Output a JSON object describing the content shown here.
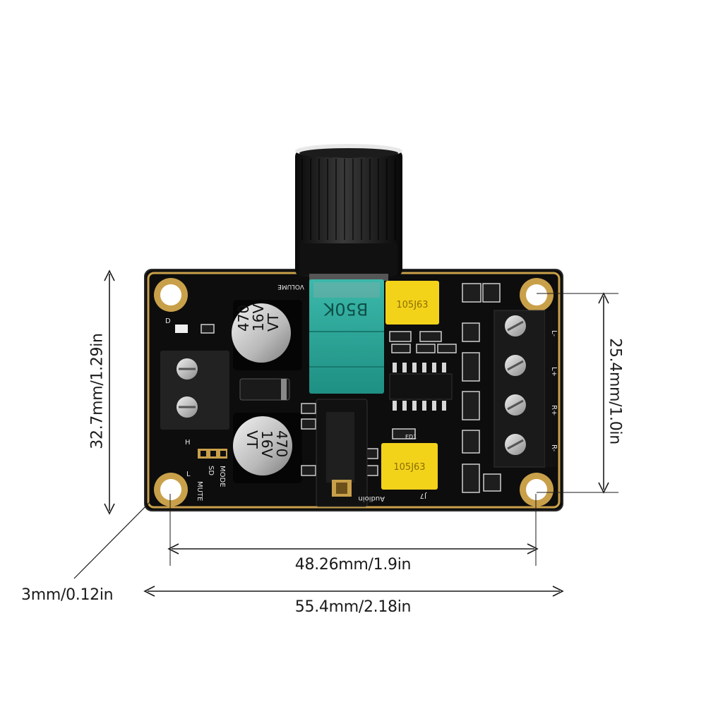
{
  "dimensions": {
    "height": "32.7mm/1.29in",
    "hole_spacing_vertical": "25.4mm/1.0in",
    "hole_spacing_horizontal": "48.26mm/1.9in",
    "hole_diameter": "3mm/0.12in",
    "width": "55.4mm/2.18in"
  },
  "board": {
    "pot_label": "B50K",
    "volume_label": "VOLUME",
    "cap_top": [
      "470",
      "16V",
      "VT"
    ],
    "cap_bottom": [
      "470",
      "16V",
      "VT"
    ],
    "film_cap_top": "105J63",
    "film_cap_bottom": "105J63",
    "audio_label": "Audioin",
    "mode_label": "MODE",
    "sd_label": "SD",
    "mute_label": "MUTE",
    "h_label": "H",
    "l_label": "L",
    "d_label": "D",
    "ed1_label": "ED1",
    "j7_label": "J7",
    "terminal_labels": [
      "L-",
      "L+",
      "R+",
      "R-"
    ]
  },
  "colors": {
    "pcb": "#0d0d0d",
    "gold": "#c9a04a",
    "pot_body": "#2aa89a",
    "film_cap": "#f3d21a",
    "knob": "#151515"
  }
}
